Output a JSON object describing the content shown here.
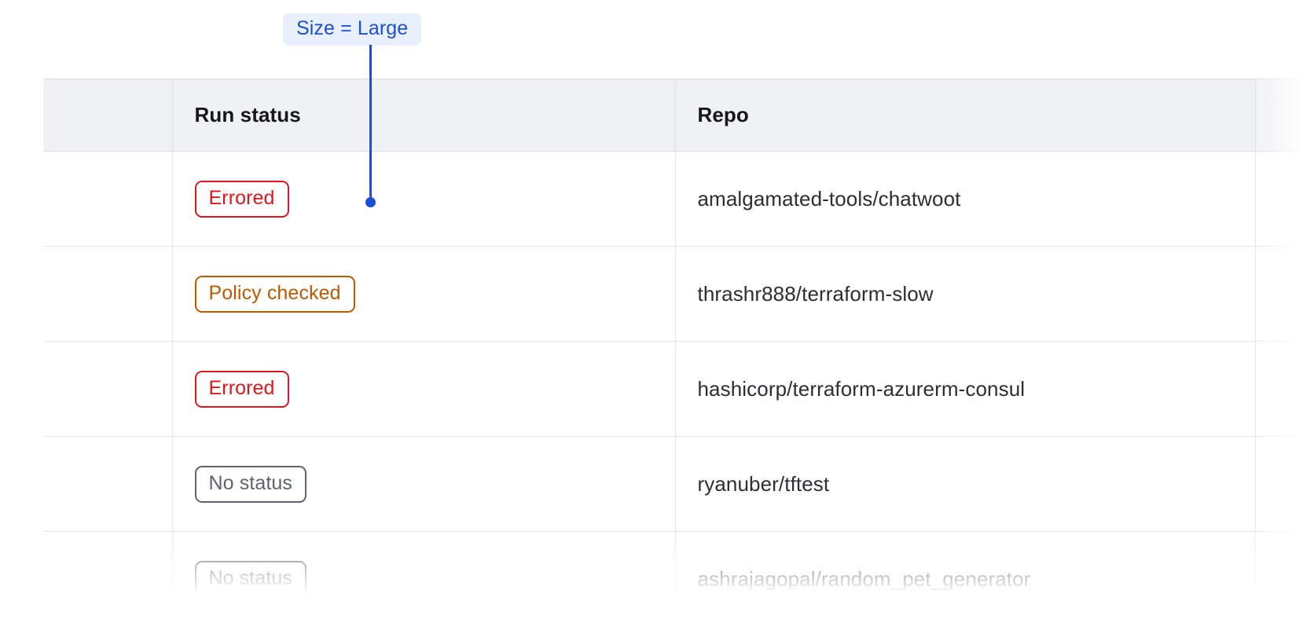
{
  "annotation": {
    "label": "Size = Large",
    "accent_color": "#1b4fd8",
    "badge_background": "#e8effd",
    "connector": "vertical-line-with-dot"
  },
  "table": {
    "columns": [
      {
        "key": "spacer",
        "label": ""
      },
      {
        "key": "run_status",
        "label": "Run status"
      },
      {
        "key": "repo",
        "label": "Repo"
      },
      {
        "key": "extra",
        "label": ""
      }
    ],
    "rows": [
      {
        "status": "Errored",
        "status_variant": "errored",
        "status_color": "#e4151a",
        "repo": "amalgamated-tools/chatwoot"
      },
      {
        "status": "Policy checked",
        "status_variant": "policy-checked",
        "status_color": "#bb5a00",
        "repo": "thrashr888/terraform-slow"
      },
      {
        "status": "Errored",
        "status_variant": "errored",
        "status_color": "#e4151a",
        "repo": "hashicorp/terraform-azurerm-consul"
      },
      {
        "status": "No status",
        "status_variant": "no-status",
        "status_color": "#5c6270",
        "repo": "ryanuber/tftest"
      },
      {
        "status": "No status",
        "status_variant": "no-status",
        "status_color": "#5c6270",
        "repo": "ashrajagopal/random_pet_generator"
      }
    ]
  },
  "theme": {
    "header_background": "#f0f1f3",
    "header_text": "#16171a",
    "body_text": "#2b2e33",
    "border": "#e6e7ea",
    "page_background": "#ffffff"
  }
}
